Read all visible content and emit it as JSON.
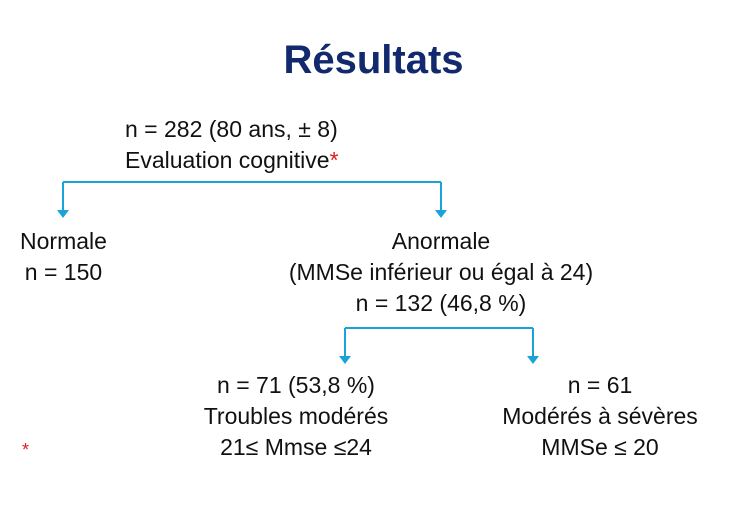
{
  "title": "Résultats",
  "root": {
    "line1": "n = 282 (80 ans, ± 8)",
    "line2": "Evaluation cognitive",
    "asterisk": "*"
  },
  "normale": {
    "label": "Normale",
    "count": "n = 150"
  },
  "anormale": {
    "label": "Anormale",
    "criterion": "(MMSe inférieur ou égal à 24)",
    "count": "n = 132 (46,8 %)"
  },
  "moderes": {
    "count": "n = 71 (53,8 %)",
    "label": "Troubles modérés",
    "range": "21≤ Mmse ≤24"
  },
  "severes": {
    "count": "n = 61",
    "label": "Modérés à sévères",
    "range": "MMSe ≤ 20"
  },
  "footnote": "*",
  "colors": {
    "title": "#12296e",
    "connector": "#1aa3d9",
    "asterisk": "#e01b1b"
  }
}
